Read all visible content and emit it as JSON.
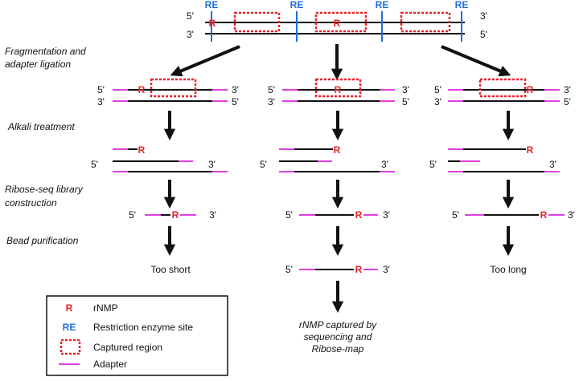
{
  "labels": {
    "five_prime": "5'",
    "three_prime": "3'",
    "rnmp_symbol": "R",
    "re_symbol": "RE"
  },
  "steps": {
    "fragmentation": [
      "Fragmentation and",
      "adapter ligation"
    ],
    "alkali": "Alkali treatment",
    "ribose_seq": [
      "Ribose-seq library",
      "construction"
    ],
    "bead": "Bead purification"
  },
  "outcomes": {
    "left": "Too short",
    "right": "Too long",
    "middle": [
      "rNMP captured by",
      "sequencing and",
      "Ribose-map"
    ]
  },
  "legend": {
    "rnmp": "rNMP",
    "re_site": "Restriction enzyme site",
    "captured": "Captured region",
    "adapter": "Adapter"
  },
  "colors": {
    "rnmp": "#e8232a",
    "re": "#1f6fd6",
    "adapter": "#e040e0",
    "dna": "#111111",
    "arrow": "#111111"
  }
}
